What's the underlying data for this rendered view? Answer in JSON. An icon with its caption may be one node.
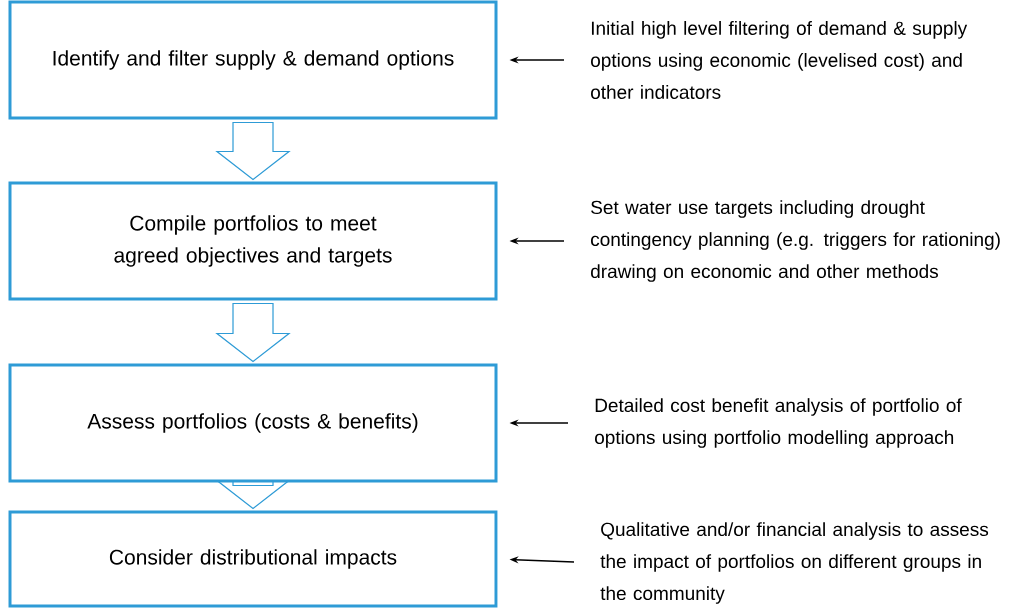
{
  "diagram": {
    "nodes": [
      {
        "text": [
          "Identify and filter supply & demand options"
        ]
      },
      {
        "text": [
          "Initial high level filtering of demand & supply options using economic (levelised cost) and other indicators"
        ]
      },
      {
        "text": [
          "Compile portfolios to meet agreed objectives and targets"
        ]
      },
      {
        "text": [
          "Set water use targets including drought contingency planning (e.g. triggers for rationing) drawing on economic and other methods"
        ]
      },
      {
        "text": [
          "Assess portfolios (costs & benefits)"
        ]
      },
      {
        "text": [
          "Detailed cost benefit analysis of portfolio of options using portfolio modelling approach"
        ]
      },
      {
        "text": [
          "Consider distributional impacts"
        ]
      },
      {
        "text": [
          "Qualitative and/or financial analysis to assess the impact of portfolios on different groups in the community"
        ]
      }
    ],
    "edges": [
      {
        "from": 1,
        "to": 0,
        "arrow": "to",
        "color": "#000000"
      },
      {
        "from": 0,
        "to": 2,
        "arrow": "to",
        "color": "#2e9bd6"
      },
      {
        "from": 3,
        "to": 2,
        "arrow": "to",
        "color": "#000000"
      },
      {
        "from": 2,
        "to": 4,
        "arrow": "to",
        "color": "#2e9bd6"
      },
      {
        "from": 5,
        "to": 4,
        "arrow": "to",
        "color": "#000000"
      },
      {
        "from": 4,
        "to": 6,
        "arrow": "to",
        "color": "#2e9bd6"
      },
      {
        "from": 7,
        "to": 6,
        "arrow": "to",
        "color": "#000000"
      }
    ]
  }
}
